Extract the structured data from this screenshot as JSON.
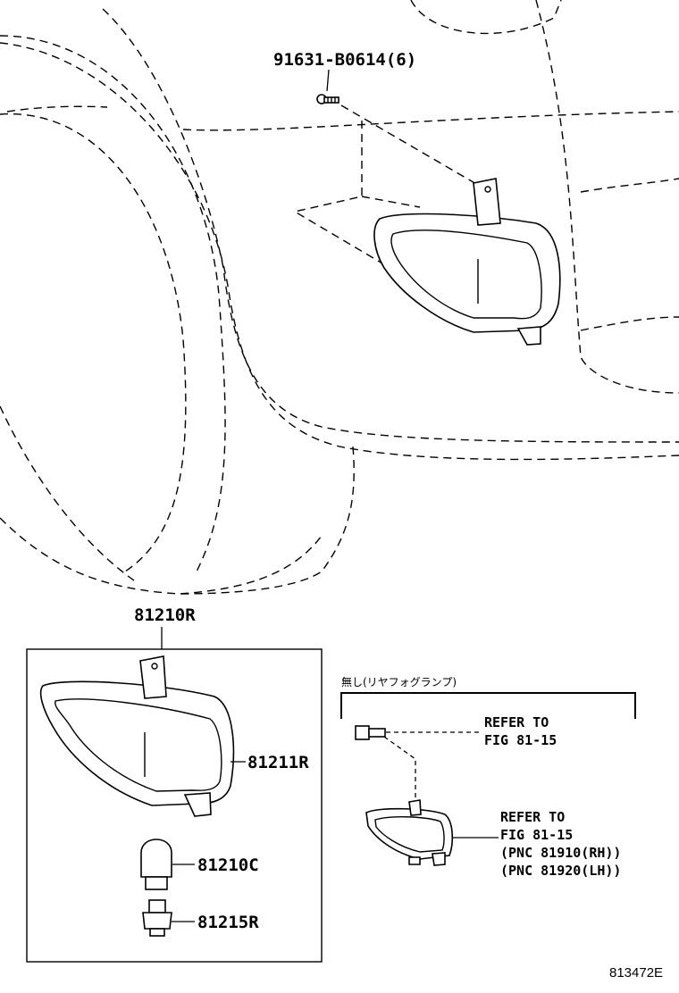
{
  "labels": {
    "bolt_top": "91631-B0614(6)",
    "assembly": "81210R",
    "housing": "81211R",
    "bulb": "81210C",
    "socket": "81215R",
    "variant_note": "無し(リヤフォグランプ)",
    "refer_1_line1": "REFER TO",
    "refer_1_line2": "FIG 81-15",
    "refer_2_line1": "REFER TO",
    "refer_2_line2": "FIG 81-15",
    "refer_2_line3": "(PNC 81910(RH))",
    "refer_2_line4": "(PNC 81920(LH))",
    "diagram_id": "813472E"
  }
}
